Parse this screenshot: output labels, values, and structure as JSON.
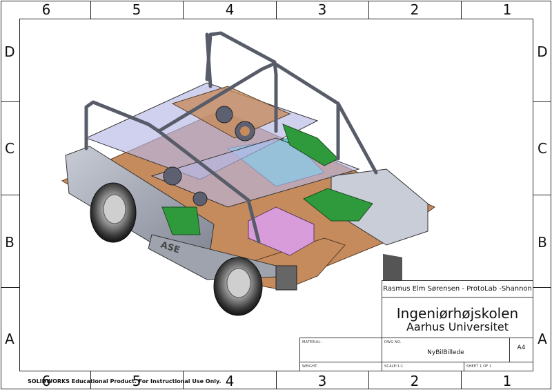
{
  "zones": {
    "columns": [
      "6",
      "5",
      "4",
      "3",
      "2",
      "1"
    ],
    "rows": [
      "D",
      "C",
      "B",
      "A"
    ]
  },
  "title_block": {
    "author_line": "Rasmus Elm Sørensen - ProtoLab -Shannon",
    "school": "Ingeniørhøjskolen",
    "university": "Aarhus Universitet",
    "material_label": "MATERIAL:",
    "weight_label": "WEIGHT:",
    "dwg_no_label": "DWG NO.",
    "dwg_no": "NyBilBillede",
    "size": "A4",
    "scale": "SCALE:1:1",
    "sheet": "SHEET 1 OF 1"
  },
  "drawing": {
    "side_text": "ASE"
  },
  "footer": {
    "edu_notice": "SOLIDWORKS Educational Product. For Instructional Use Only."
  }
}
